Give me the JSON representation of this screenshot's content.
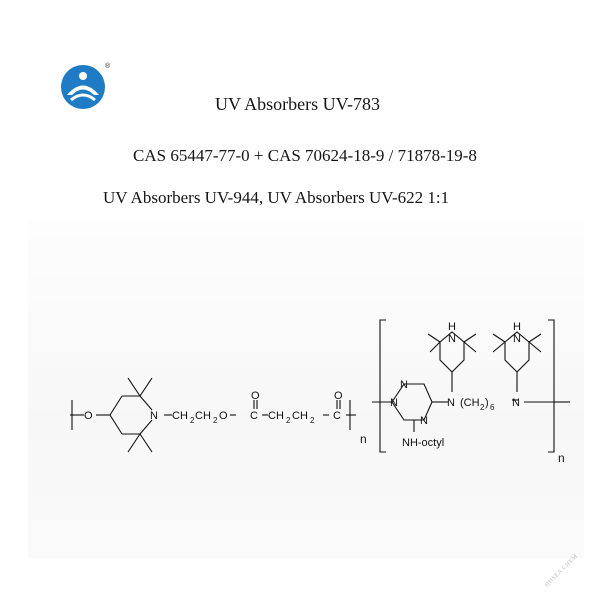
{
  "header": {
    "logo_icon": "company-logo-icon",
    "registered_mark": "®"
  },
  "title": "UV Absorbers UV-783",
  "cas_line": "CAS 65447-77-0 + CAS 70624-18-9 / 71878-19-8",
  "mixture_line": "UV Absorbers  UV-944,  UV Absorbers UV-622   1:1",
  "structure_622": {
    "o1": "O",
    "n1": "N",
    "chain1": "CH",
    "sub2a": "2",
    "ch2b": "CH",
    "sub2b": "2",
    "o2": "O",
    "c1": "C",
    "o_top1": "O",
    "ch2c": "CH",
    "sub2c": "2",
    "ch2d": "CH",
    "sub2d": "2",
    "c2": "C",
    "o_top2": "O",
    "repeat_n": "n"
  },
  "structure_944": {
    "triazine_n1": "N",
    "triazine_n2": "N",
    "triazine_n3": "N",
    "amine_n": "N",
    "hexyl_chain": "(CH",
    "hexyl_sub2": "2",
    "hexyl_close": ")",
    "hexyl_sub6": "6",
    "amine_n2": "N",
    "nh_octyl": "NH-octyl",
    "pip1_h": "H",
    "pip1_n": "N",
    "pip2_h": "H",
    "pip2_n": "N",
    "repeat_n": "n"
  },
  "watermark": "HOSEA CHEM",
  "colors": {
    "logo_bg": "#1f7cc4",
    "logo_wave": "#ffffff"
  }
}
